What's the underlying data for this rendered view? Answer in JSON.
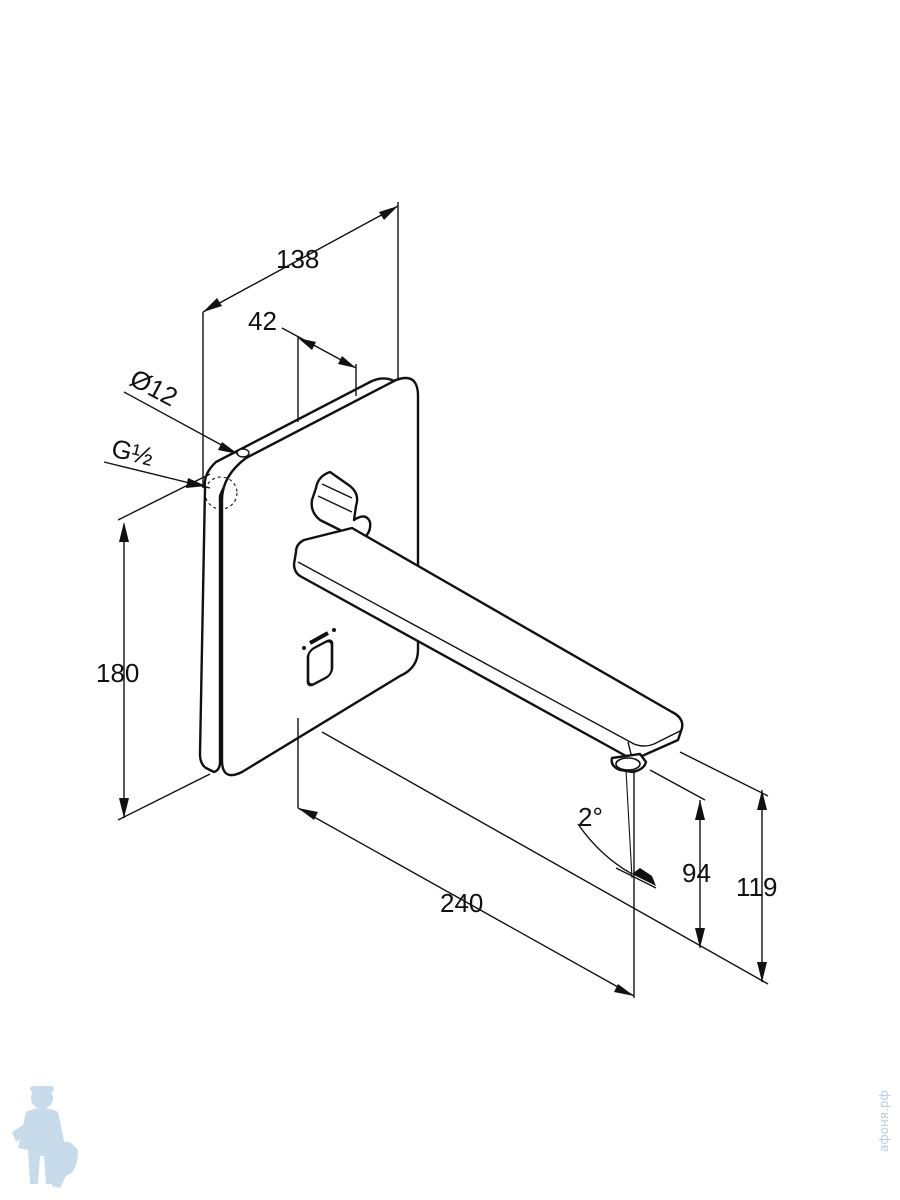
{
  "dimensions": {
    "width_total": "138",
    "handle_offset": "42",
    "pipe_diameter": "Ø12",
    "thread": "G½",
    "plate_height": "180",
    "spout_length": "240",
    "spout_height_outlet": "94",
    "spout_height_top": "119",
    "angle": "2°"
  },
  "watermark": {
    "side_text": "афоня.рф",
    "mascot_icon": "plumber-mascot-icon"
  },
  "colors": {
    "line": "#111111",
    "watermark": "#b8cfe0"
  }
}
